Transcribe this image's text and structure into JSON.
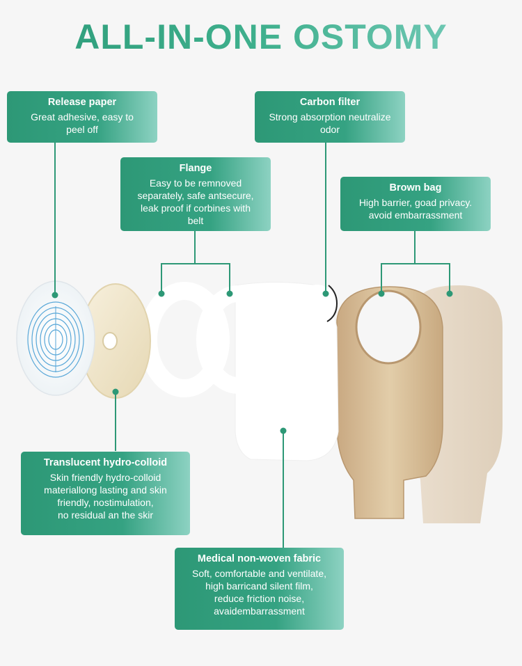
{
  "title": "ALL-IN-ONE OSTOMY",
  "colors": {
    "accent": "#2d9876",
    "accent_light": "#8dd2c2",
    "line": "#2d9876",
    "bag": "#dcc6a5",
    "background": "#f6f6f6"
  },
  "callouts": {
    "release_paper": {
      "title": "Release paper",
      "text": "Great adhesive, easy to\npeel off"
    },
    "carbon_filter": {
      "title": "Carbon filter",
      "text": "Strong absorption neutralize\nodor"
    },
    "flange": {
      "title": "Flange",
      "text": "Easy to be remnoved\nseparately, safe antsecure,\nleak proof if corbines with\nbelt"
    },
    "brown_bag": {
      "title": "Brown bag",
      "text": "High barrier, goad privacy.\navoid embarrassment"
    },
    "hydrocolloid": {
      "title": "Translucent hydro-colloid",
      "text": "Skin friendly hydro-colloid\nmateriallong lasting and skin\nfriendly, nostimulation,\nno residual an the skir"
    },
    "nonwoven": {
      "title": "Medical non-woven fabric",
      "text": "Soft, comfortable and ventilate,\nhigh barricand silent film,\nreduce friction noise,\navaidembarrassment"
    }
  }
}
